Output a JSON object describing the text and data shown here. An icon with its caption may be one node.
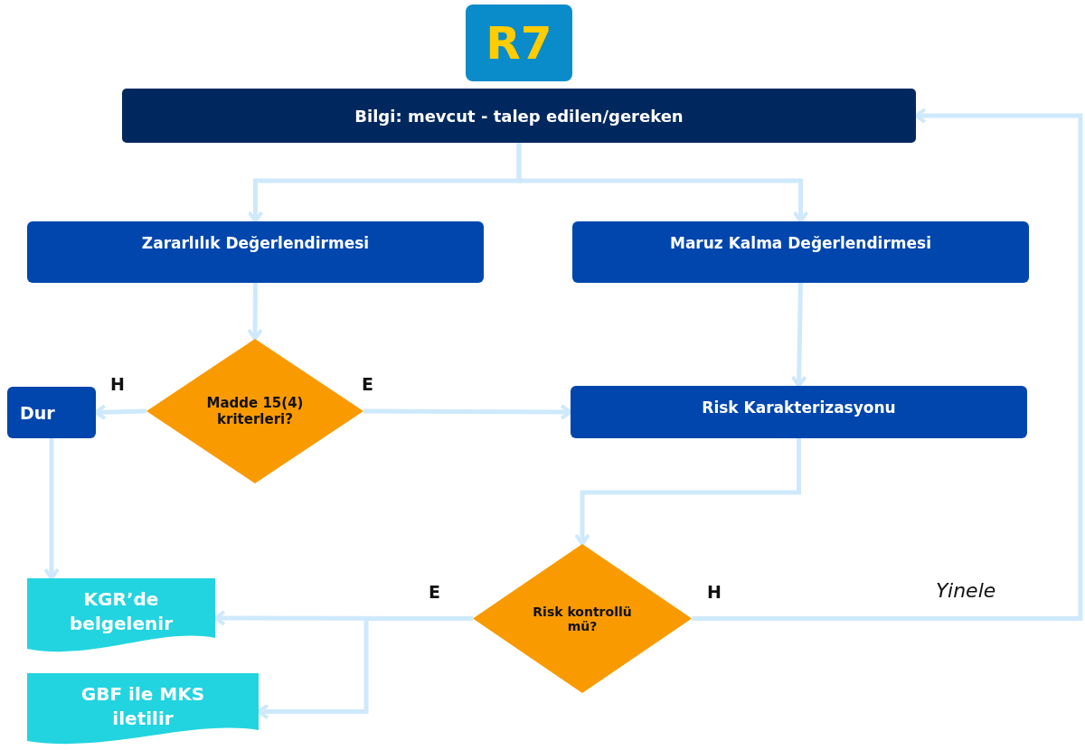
{
  "diagram": {
    "nodes": [
      {
        "text": [
          "R7"
        ]
      },
      {
        "text": [
          "Bilgi: mevcut - talep edilen/gereken"
        ]
      },
      {
        "text": [
          "Zararlılık Değerlendirmesi"
        ]
      },
      {
        "text": [
          "Maruz Kalma Değerlendirmesi"
        ]
      },
      {
        "text": [
          "Madde 15(4) kriterleri?"
        ]
      },
      {
        "text": [
          "Dur"
        ]
      },
      {
        "text": [
          "Risk Karakterizasyonu"
        ]
      },
      {
        "text": [
          "Risk kontrollü mü?"
        ]
      },
      {
        "text": [
          "KGR’de belgelenir"
        ]
      },
      {
        "text": [
          "GBF ile MKS iletilir"
        ]
      }
    ],
    "edges": [
      {
        "from": 1,
        "to": 2,
        "arrow": "to"
      },
      {
        "from": 1,
        "to": 3,
        "arrow": "to"
      },
      {
        "from": 2,
        "to": 4,
        "arrow": "to"
      },
      {
        "from": 4,
        "to": 5,
        "arrow": "to",
        "label": "H"
      },
      {
        "from": 4,
        "to": 6,
        "arrow": "to",
        "label": "E"
      },
      {
        "from": 3,
        "to": 6,
        "arrow": "to"
      },
      {
        "from": 6,
        "to": 7,
        "arrow": "to"
      },
      {
        "from": 5,
        "to": 8,
        "arrow": "to"
      },
      {
        "from": 7,
        "to": 8,
        "arrow": "to",
        "label": "E"
      },
      {
        "from": 7,
        "to": 9,
        "arrow": "to"
      },
      {
        "from": 7,
        "to": 1,
        "arrow": "to",
        "label": "H"
      }
    ],
    "labels": [
      "Yinele"
    ]
  }
}
